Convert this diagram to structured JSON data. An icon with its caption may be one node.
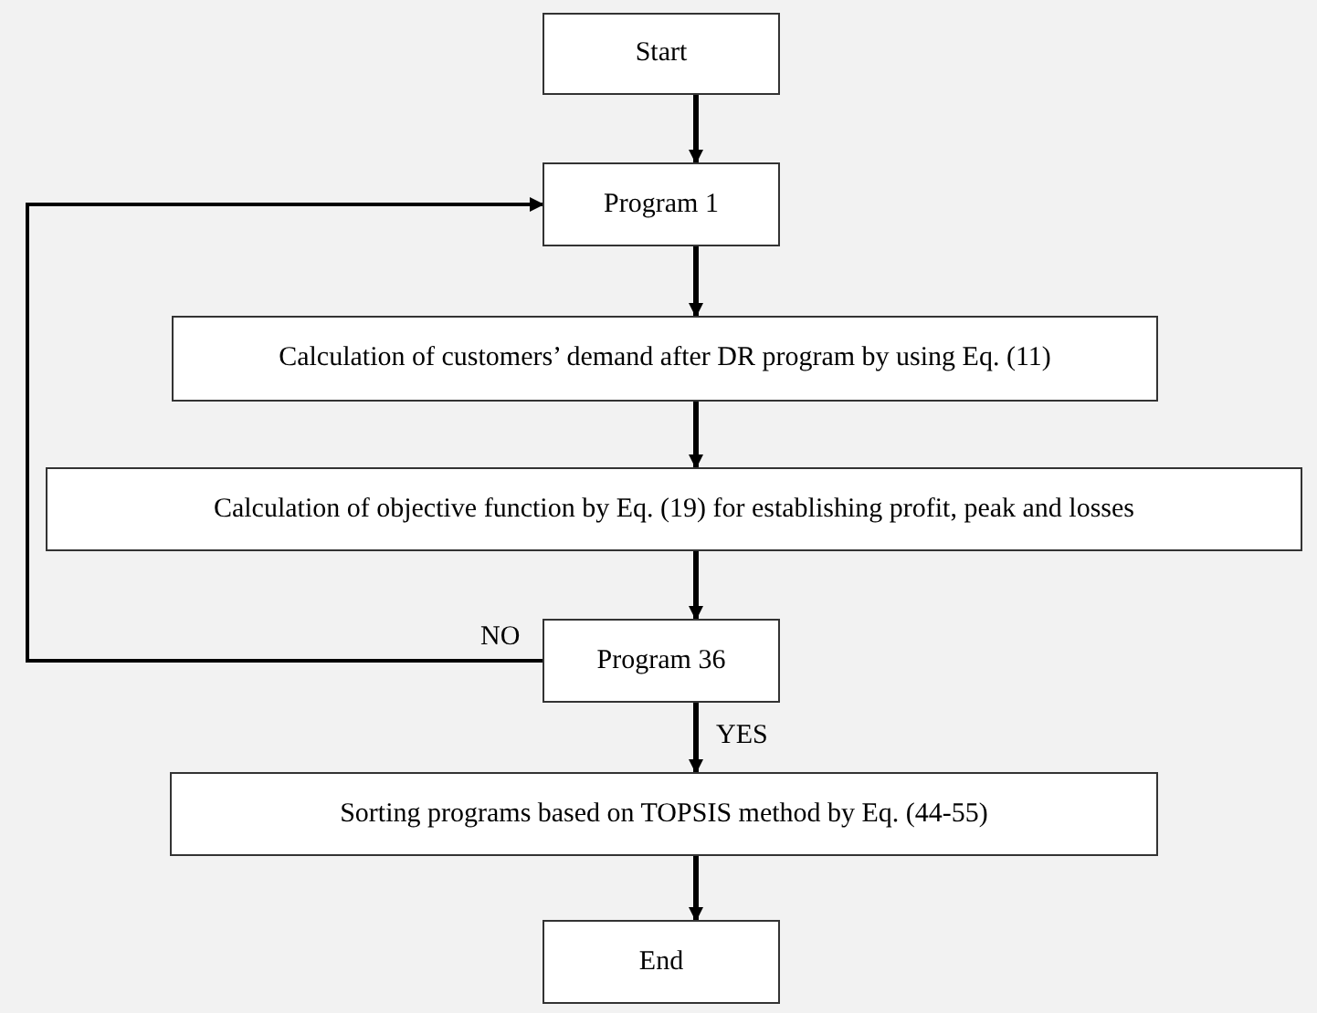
{
  "diagram": {
    "nodes": [
      {
        "text": [
          "Start"
        ]
      },
      {
        "text": [
          "Program 1"
        ]
      },
      {
        "text": [
          "Calculation of customers’ demand after DR program by using Eq. (11)"
        ]
      },
      {
        "text": [
          "Calculation of objective function by Eq. (19) for establishing profit, peak and losses"
        ]
      },
      {
        "text": [
          "Program 36"
        ]
      },
      {
        "text": [
          "Sorting programs based on TOPSIS method by Eq. (44-55)"
        ]
      },
      {
        "text": [
          "End"
        ]
      }
    ],
    "edges": [
      {
        "from": 0,
        "to": 1,
        "arrow": "to"
      },
      {
        "from": 1,
        "to": 2,
        "arrow": "to"
      },
      {
        "from": 2,
        "to": 3,
        "arrow": "to"
      },
      {
        "from": 3,
        "to": 4,
        "arrow": "to"
      },
      {
        "from": 4,
        "to": 1,
        "arrow": "to",
        "label": "NO"
      },
      {
        "from": 4,
        "to": 5,
        "arrow": "to",
        "label": "YES"
      },
      {
        "from": 5,
        "to": 6,
        "arrow": "to"
      }
    ]
  }
}
